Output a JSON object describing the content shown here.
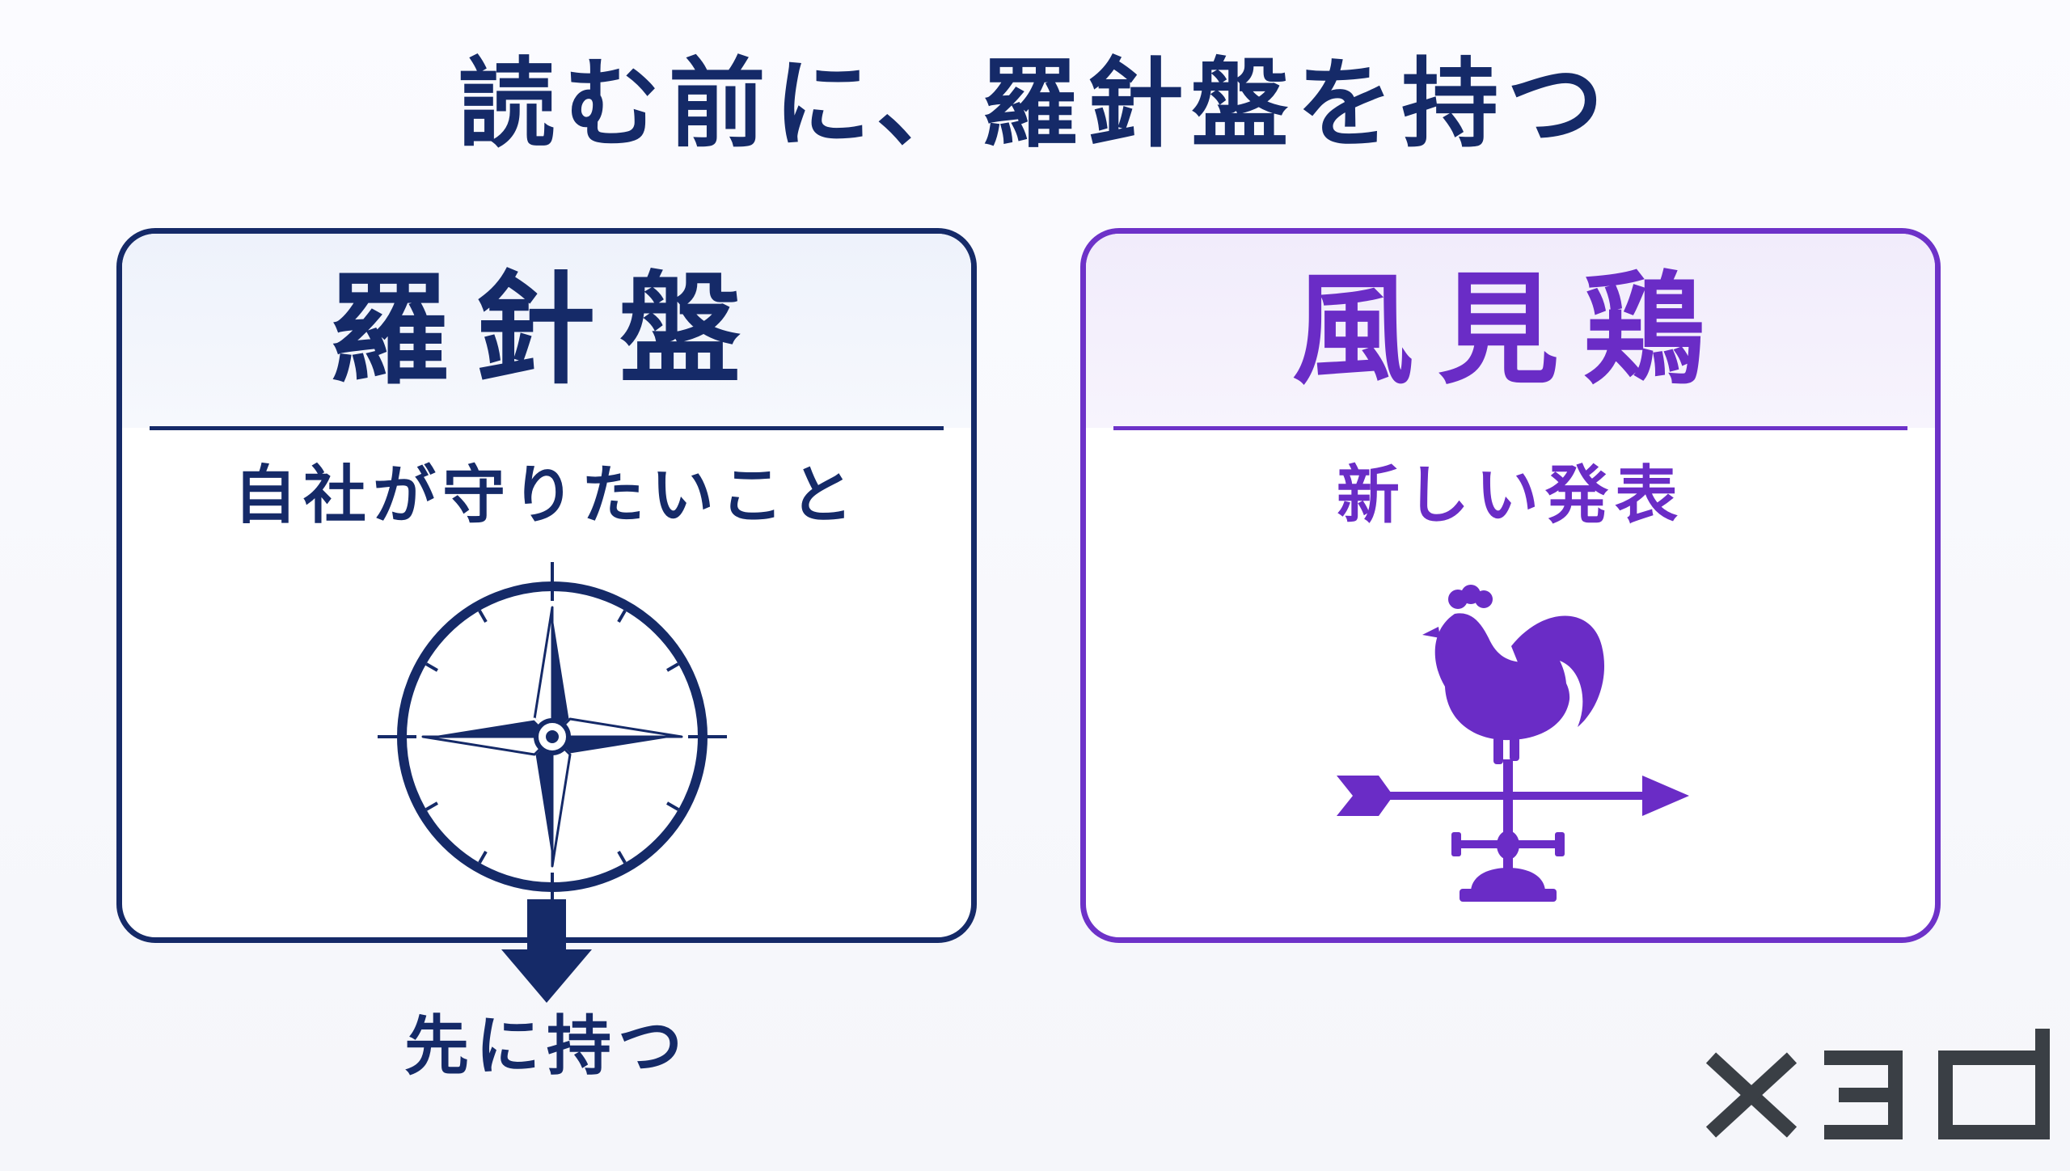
{
  "title": "読む前に、羅針盤を持つ",
  "left_card": {
    "title": "羅針盤",
    "subtitle": "自社が守りたいこと",
    "icon": "compass-rose-icon",
    "color": "#152a68"
  },
  "right_card": {
    "title": "風見鶏",
    "subtitle": "新しい発表",
    "icon": "weathervane-rooster-icon",
    "color": "#6a2cc6"
  },
  "arrow": {
    "icon": "arrow-down-icon",
    "caption": "先に持つ"
  },
  "logo": {
    "text": "x3d",
    "color": "#3a3f45"
  }
}
